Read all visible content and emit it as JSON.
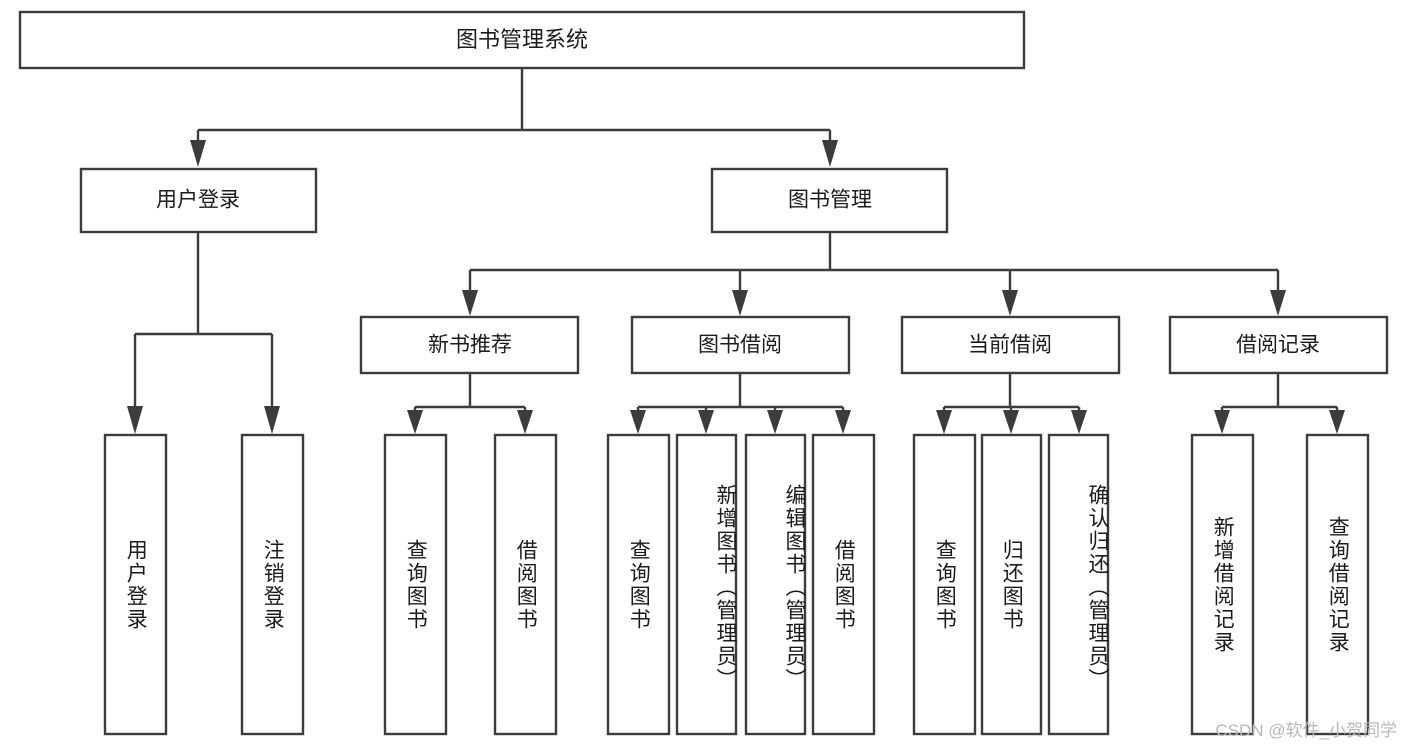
{
  "diagram": {
    "type": "tree",
    "title": "图书管理系统",
    "root": {
      "label": "图书管理系统"
    },
    "level2": [
      {
        "label": "用户登录"
      },
      {
        "label": "图书管理"
      }
    ],
    "level3": [
      {
        "label": "新书推荐"
      },
      {
        "label": "图书借阅"
      },
      {
        "label": "当前借阅"
      },
      {
        "label": "借阅记录"
      }
    ],
    "leaves_user_login": [
      {
        "label": "用户登录"
      },
      {
        "label": "注销登录"
      }
    ],
    "leaves_new_books": [
      {
        "label": "查询图书"
      },
      {
        "label": "借阅图书"
      }
    ],
    "leaves_borrow": [
      {
        "label": "查询图书"
      },
      {
        "label": "新增图书（管理员）"
      },
      {
        "label": "编辑图书（管理员）"
      },
      {
        "label": "借阅图书"
      }
    ],
    "leaves_current": [
      {
        "label": "查询图书"
      },
      {
        "label": "归还图书"
      },
      {
        "label": "确认归还（管理员）"
      }
    ],
    "leaves_records": [
      {
        "label": "新增借阅记录"
      },
      {
        "label": "查询借阅记录"
      }
    ]
  },
  "watermark": {
    "text": "CSDN @软件_小贺同学"
  },
  "colors": {
    "box_stroke": "#3c3c3c",
    "box_fill": "#ffffff",
    "text": "#1b1b1b",
    "watermark": "#b9b9b9"
  }
}
